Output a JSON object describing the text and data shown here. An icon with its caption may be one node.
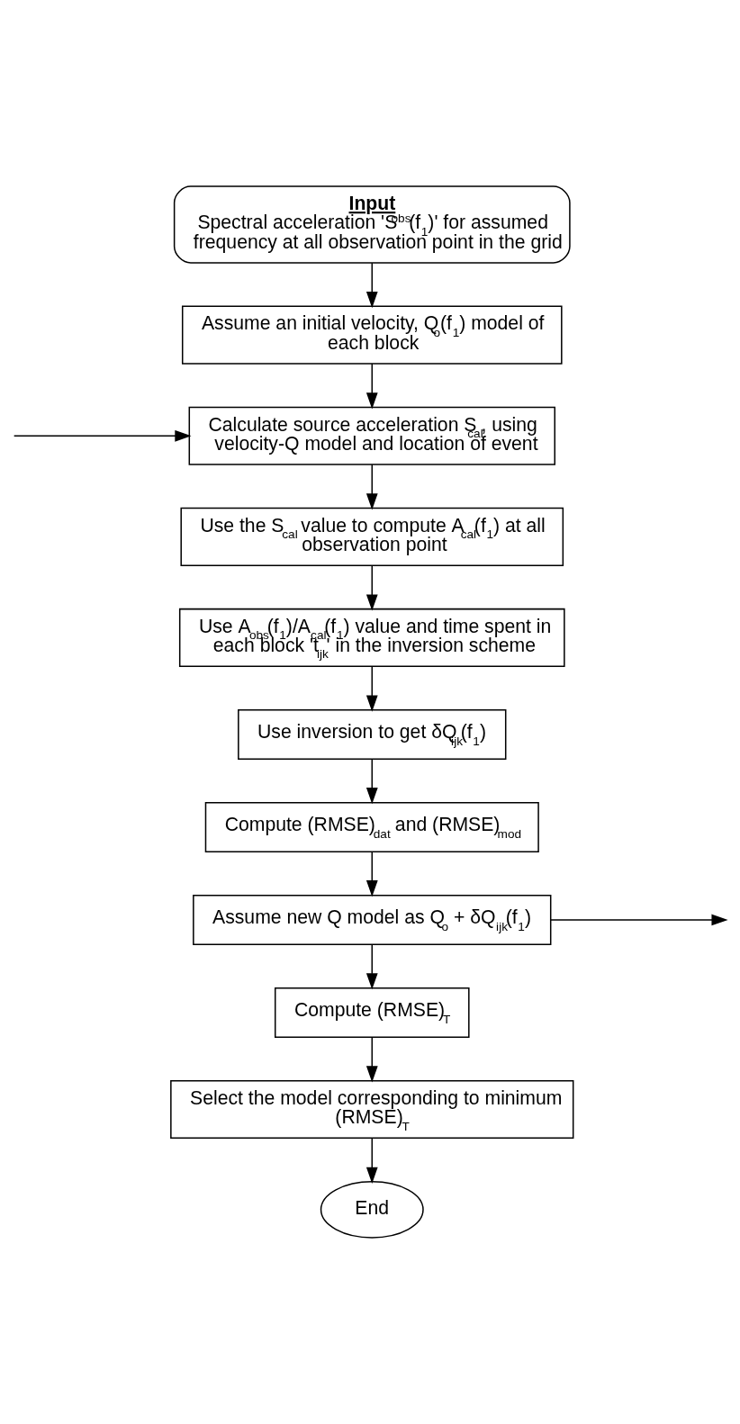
{
  "diagram": {
    "nodes": [
      {
        "text": [
          "Input",
          "Spectral acceleration 'S$^{obs}$(f$_{1}$)' for assumed frequency at all observation point in the grid"
        ]
      },
      {
        "text": [
          "Assume an initial velocity, Q$_{o}$(f$_{1}$) model of each block"
        ]
      },
      {
        "text": [
          "Calculate source acceleration S$_{cal}$, using velocity-Q model and location of event"
        ]
      },
      {
        "text": [
          "Use the S$_{cal}$ value to compute A$_{cal}$(f$_{1}$) at all observation point"
        ]
      },
      {
        "text": [
          "Use A$_{obs}$(f$_{1}$)/A$_{cal}$(f$_{1}$) value and time spent in each block 't$_{ijk}$' in the inversion scheme"
        ]
      },
      {
        "text": [
          "Use inversion to get δQ$_{ijk}$(f$_{1}$)"
        ]
      },
      {
        "text": [
          "Compute (RMSE)$_{dat}$ and (RMSE)$_{mod}$"
        ]
      },
      {
        "text": [
          "Assume new Q model as Q$_{o}$ + δQ$_{ijk}$(f$_{1}$)"
        ]
      },
      {
        "text": [
          "Compute (RMSE)$_{T}$"
        ]
      },
      {
        "text": [
          "Select the model corresponding to minimum (RMSE)$_{T}$"
        ]
      },
      {
        "text": [
          "End"
        ]
      }
    ],
    "edges": [
      {
        "from": 0,
        "to": 1,
        "arrow": "to"
      },
      {
        "from": 1,
        "to": 2,
        "arrow": "to"
      },
      {
        "from": 2,
        "to": 3,
        "arrow": "to"
      },
      {
        "from": 3,
        "to": 4,
        "arrow": "to"
      },
      {
        "from": 4,
        "to": 5,
        "arrow": "to"
      },
      {
        "from": 5,
        "to": 6,
        "arrow": "to"
      },
      {
        "from": 6,
        "to": 7,
        "arrow": "to"
      },
      {
        "from": 7,
        "to": 8,
        "arrow": "to"
      },
      {
        "from": 8,
        "to": 9,
        "arrow": "to"
      },
      {
        "from": 9,
        "to": 10,
        "arrow": "to"
      },
      {
        "from": 7,
        "to": null,
        "arrow": "to"
      },
      {
        "from": null,
        "to": 2,
        "arrow": "to"
      }
    ]
  }
}
